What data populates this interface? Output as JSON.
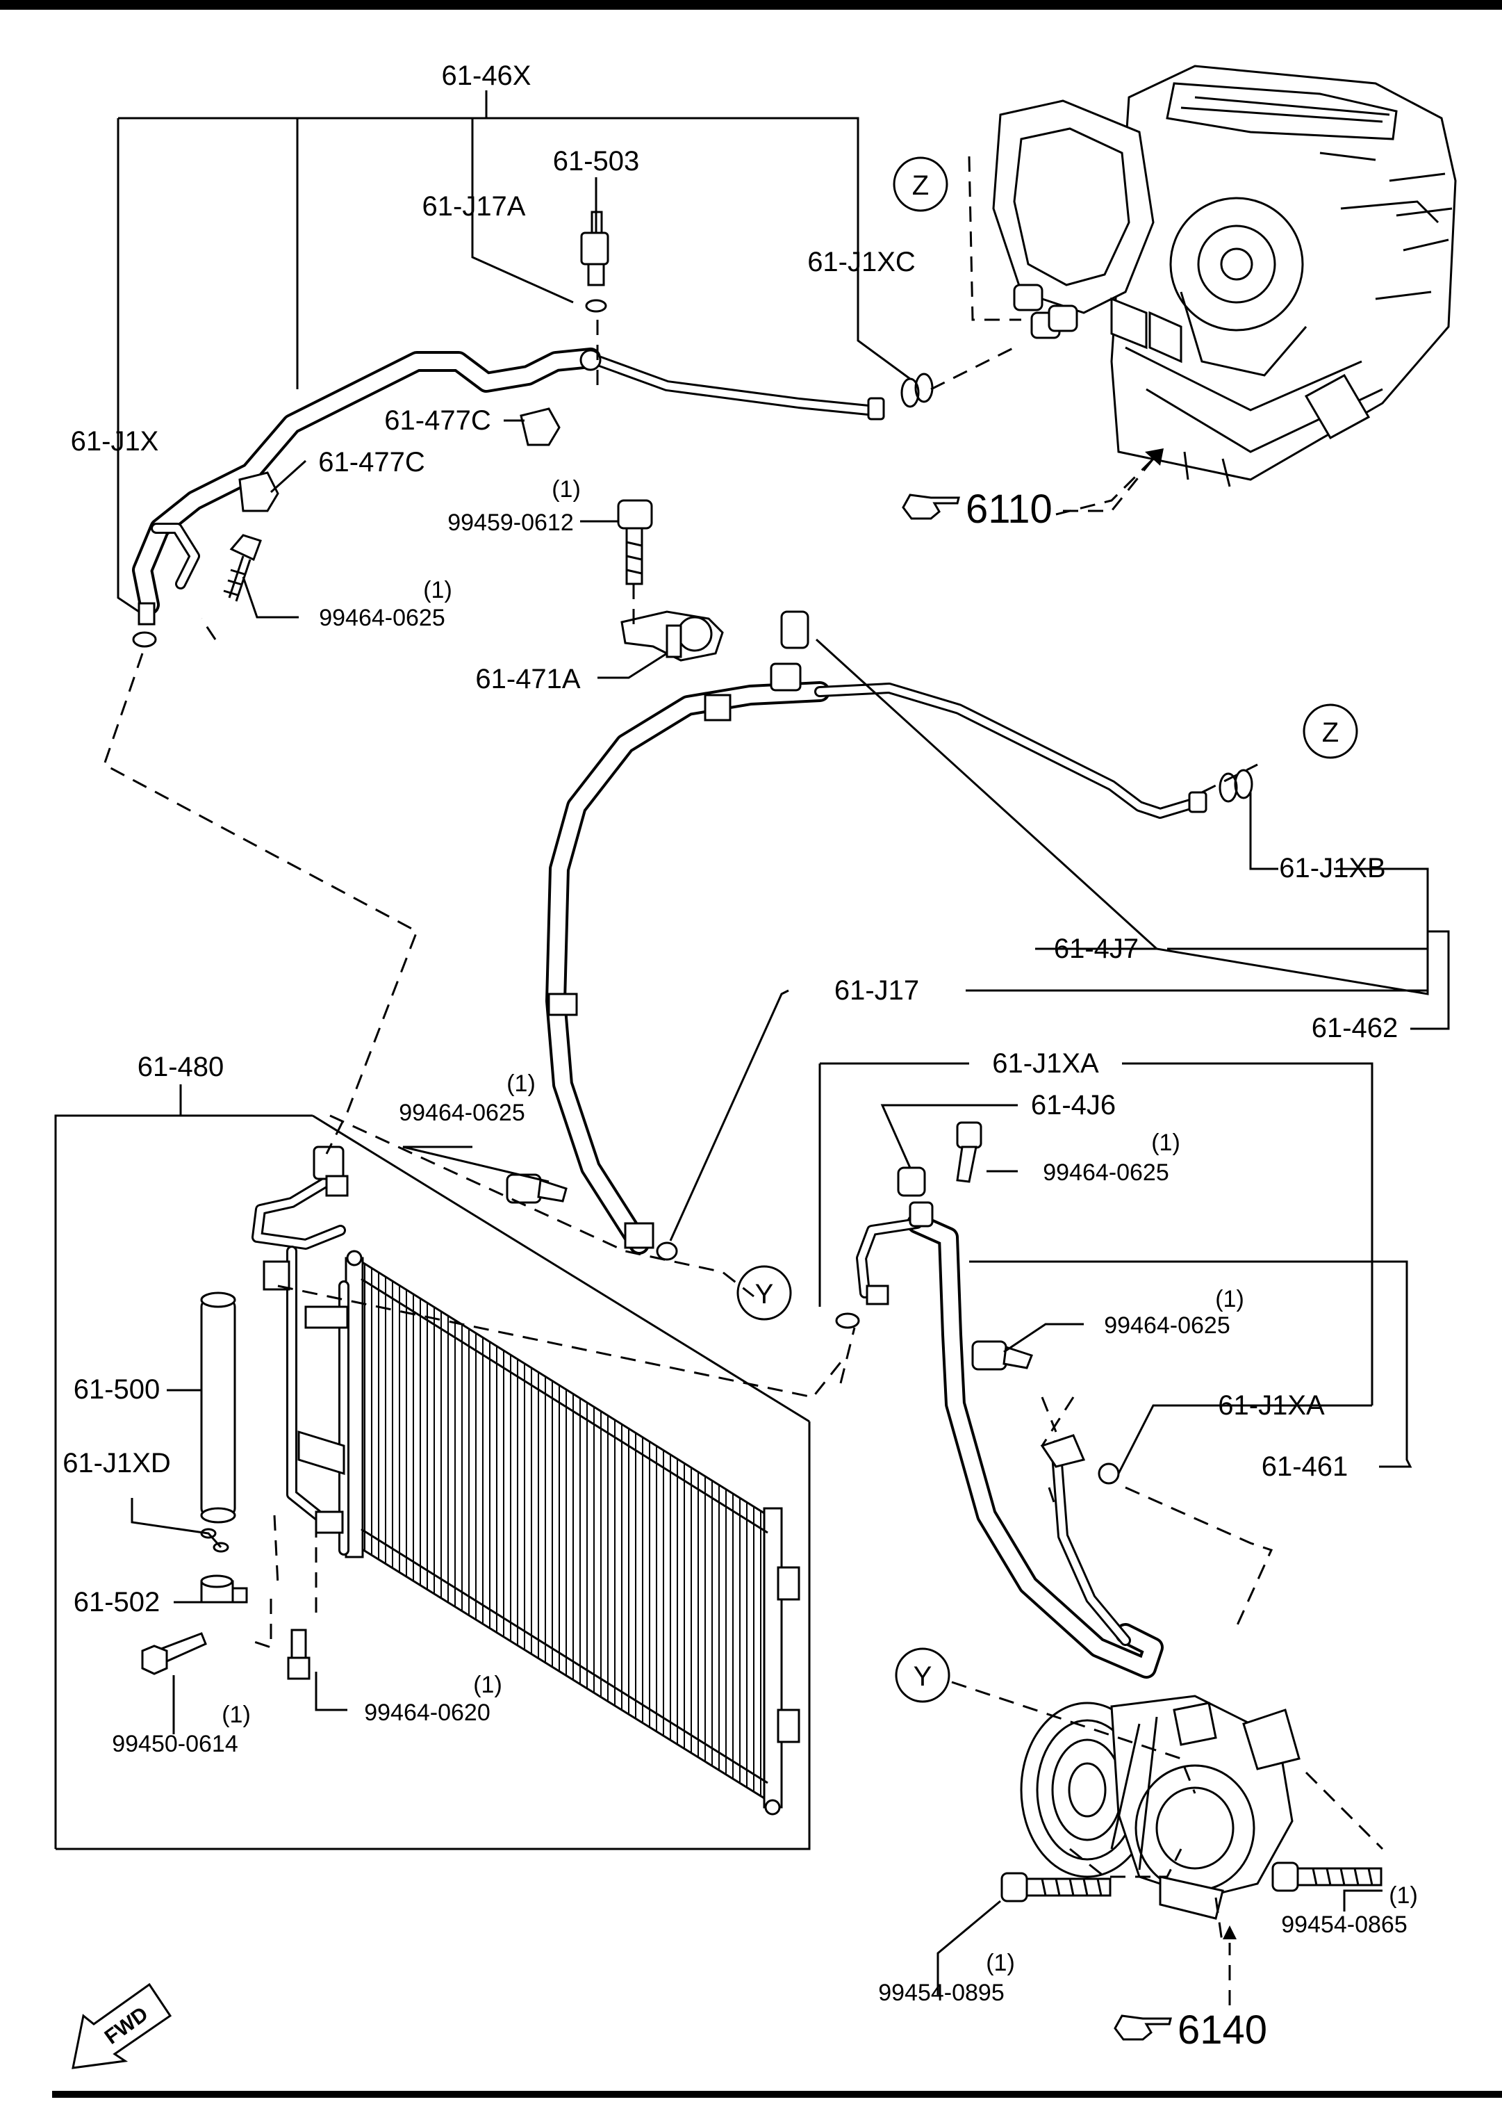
{
  "labels": {
    "l_61_46X": "61-46X",
    "l_61_503": "61-503",
    "l_61_J17A": "61-J17A",
    "l_61_J1XC": "61-J1XC",
    "l_61_J1X": "61-J1X",
    "l_61_477C_a": "61-477C",
    "l_61_477C_b": "61-477C",
    "l_99459_0612": "99459-0612",
    "l_99464_0625_a": "99464-0625",
    "l_61_471A": "61-471A",
    "l_61_J1XB": "61-J1XB",
    "l_61_4J7": "61-4J7",
    "l_61_J17": "61-J17",
    "l_61_462": "61-462",
    "l_61_480": "61-480",
    "l_99464_0625_b": "99464-0625",
    "l_61_J1XA_a": "61-J1XA",
    "l_61_4J6": "61-4J6",
    "l_99464_0625_c": "99464-0625",
    "l_99464_0625_d": "99464-0625",
    "l_61_J1XA_b": "61-J1XA",
    "l_61_461": "61-461",
    "l_61_500": "61-500",
    "l_61_J1XD": "61-J1XD",
    "l_61_502": "61-502",
    "l_99450_0614": "99450-0614",
    "l_99464_0620": "99464-0620",
    "l_99454_0865": "99454-0865",
    "l_99454_0895": "99454-0895",
    "l_6110": "6110",
    "l_6140": "6140"
  },
  "quantity": "(1)",
  "callouts": {
    "z_top": "Z",
    "z_right": "Z",
    "y_mid": "Y",
    "y_bottom": "Y"
  },
  "fwd": "FWD",
  "icons": {
    "reference": "pointing-hand-icon",
    "direction": "forward-arrow-icon"
  }
}
